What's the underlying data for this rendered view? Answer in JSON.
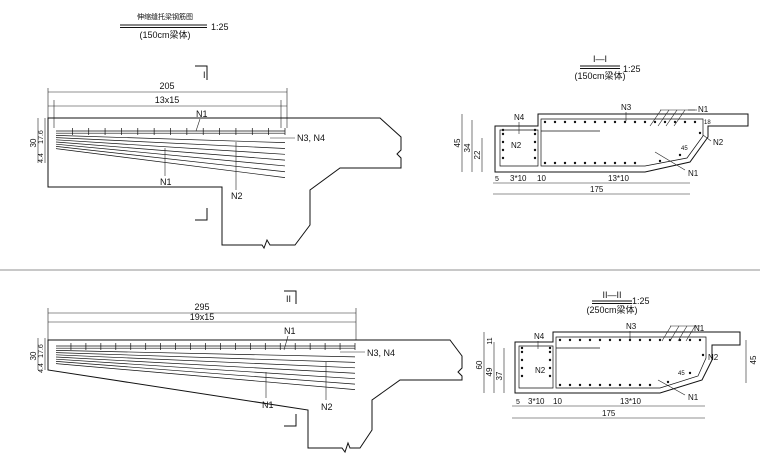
{
  "top_view": {
    "title_cn": "伸缩缝托梁钢筋图",
    "title_sub": "(150cm梁体)",
    "title_scale": "1:25",
    "section_mark": "I",
    "dim_total": "205",
    "dim_spacing": "13x15",
    "dim_left_a": "30",
    "dim_left_b": "17.6",
    "dim_left_c": "4.4",
    "labels": {
      "n1_top": "N1",
      "n3n4": "N3, N4",
      "n1_bottom": "N1",
      "n2": "N2"
    }
  },
  "top_section": {
    "title": "I—I",
    "sub": "(150cm梁体)",
    "scale": "1:25",
    "labels": {
      "n4": "N4",
      "n3": "N3",
      "n1_top": "N1",
      "n2_left": "N2",
      "n2_right": "N2",
      "n1_bottom": "N1"
    },
    "dims_left": {
      "a": "45",
      "b": "34",
      "c": "22"
    },
    "dims_right": {
      "a": "18"
    },
    "dims_bottom": {
      "a": "5",
      "b": "3*10",
      "c": "10",
      "d": "13*10",
      "total": "175"
    },
    "angle": "45"
  },
  "bottom_view": {
    "section_mark": "II",
    "dim_total": "295",
    "dim_spacing": "19x15",
    "dim_left_a": "30",
    "dim_left_b": "17.6",
    "dim_left_c": "4.4",
    "labels": {
      "n1_top": "N1",
      "n3n4": "N3, N4",
      "n1_bottom": "N1",
      "n2": "N2"
    }
  },
  "bottom_section": {
    "title": "II—II",
    "sub": "(250cm梁体)",
    "scale": "1:25",
    "labels": {
      "n4": "N4",
      "n3": "N3",
      "n1_top": "N1",
      "n2_left": "N2",
      "n2_right": "N2",
      "n1_bottom": "N1"
    },
    "dims_left": {
      "a": "60",
      "b": "49",
      "c": "37",
      "d": "11"
    },
    "dims_right": {
      "a": "45"
    },
    "dims_bottom": {
      "a": "5",
      "b": "3*10",
      "c": "10",
      "d": "13*10",
      "total": "175"
    },
    "angle": "45"
  }
}
